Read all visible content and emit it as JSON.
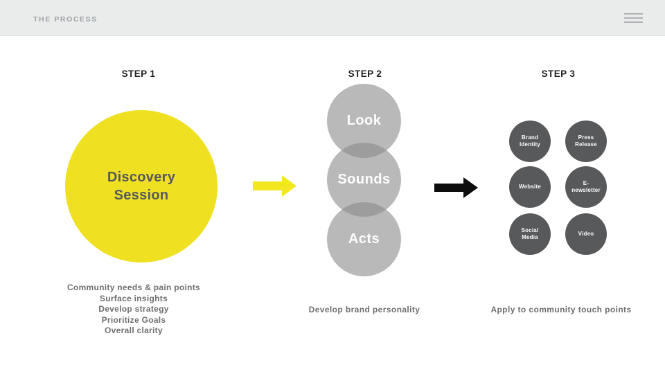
{
  "header": {
    "title": "THE PROCESS",
    "menu_icon": "hamburger-icon"
  },
  "steps": [
    {
      "label": "STEP 1",
      "circle_text": "Discovery\nSession",
      "notes": [
        "Community needs & pain points",
        "Surface insights",
        "Develop strategy",
        "Prioritize Goals",
        "Overall clarity"
      ]
    },
    {
      "label": "STEP 2",
      "circles": [
        "Look",
        "Sounds",
        "Acts"
      ],
      "caption": "Develop brand personality"
    },
    {
      "label": "STEP 3",
      "circles": [
        "Brand\nIdentity",
        "Press\nRelease",
        "Website",
        "E-\nnewsletter",
        "Social\nMedia",
        "Video"
      ],
      "caption": "Apply to community touch points"
    }
  ],
  "arrows": [
    {
      "name": "arrow-step1-to-step2",
      "direction": "right",
      "color": "#f3e71f"
    },
    {
      "name": "arrow-step2-to-step3",
      "direction": "right",
      "color": "#0d0d0d"
    }
  ],
  "colors": {
    "header_bg": "#e9eceb",
    "header_text": "#9da2a6",
    "yellow_circle": "#efe122",
    "yellow_arrow": "#f3e71f",
    "gray_circle": "rgba(138,138,138,0.6)",
    "dark_circle": "#58595b",
    "note_text": "#6d6e70",
    "step_label_text": "#1f2022",
    "circle_title_text": "#56585c"
  }
}
